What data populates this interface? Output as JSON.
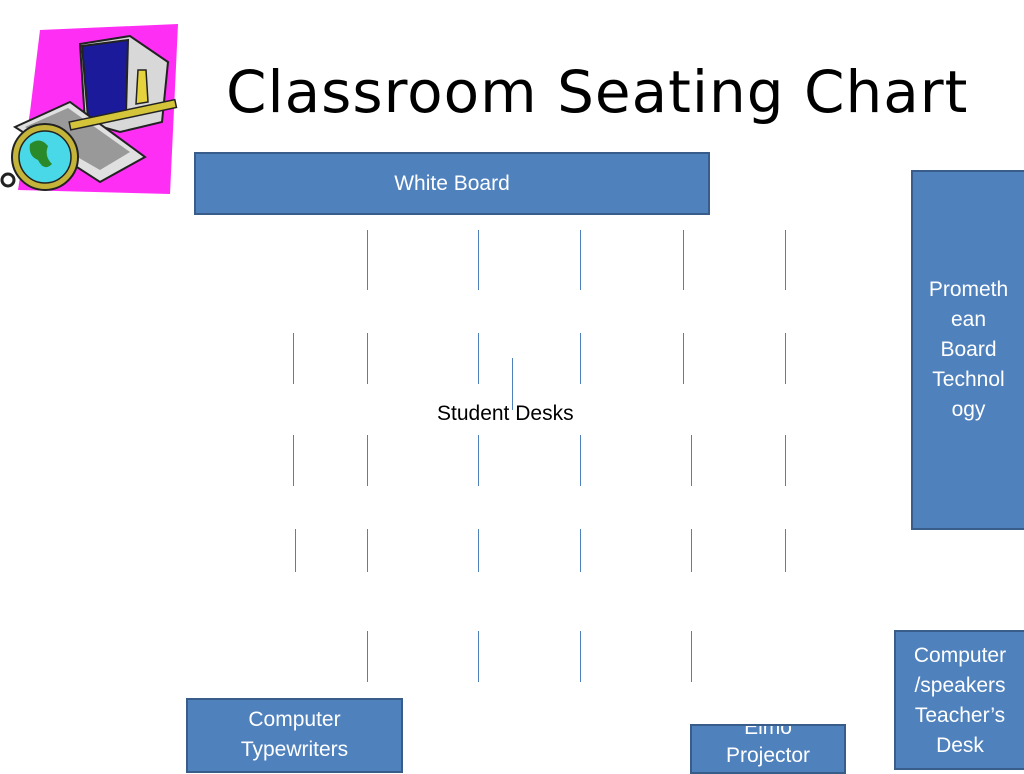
{
  "slide": {
    "title": "Classroom Seating Chart",
    "clipart_icon": "computer-security-key-globe-icon",
    "white_board": "White Board",
    "promethean": [
      "Prometh",
      "ean",
      "Board",
      "Technol",
      "ogy"
    ],
    "student_desks": "Student Desks",
    "typewriters": [
      "Computer",
      "Typewriters"
    ],
    "elmo": [
      "Elmo",
      "Projector"
    ],
    "teacher_desk": [
      "Computer",
      "/speakers",
      "Teacher’s",
      "Desk"
    ],
    "colors": {
      "box_fill": "#4f81bd",
      "box_border": "#385d8a",
      "desk_line": "#4f81bd",
      "clipart_bg": "#ff33ff"
    }
  }
}
